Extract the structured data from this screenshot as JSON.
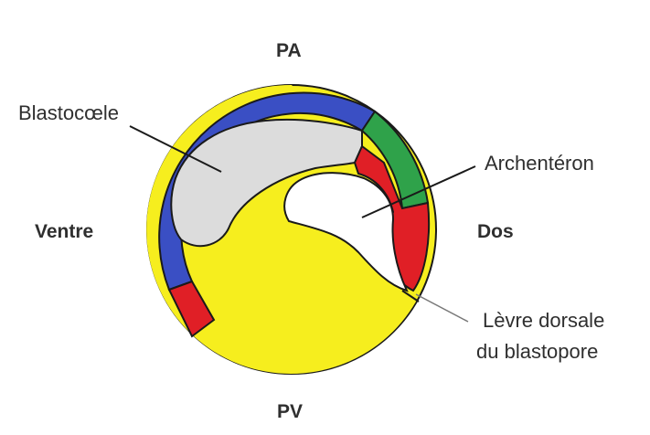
{
  "labels": {
    "pa": "PA",
    "pv": "PV",
    "ventre": "Ventre",
    "dos": "Dos",
    "blastocoele": "Blastocœle",
    "archenteron": "Archentéron",
    "levre_line1": "Lèvre dorsale",
    "levre_line2": "du blastopore"
  },
  "colors": {
    "blue_layer": "#3a4fc4",
    "green_layer": "#2fa24a",
    "red_layer": "#e01f26",
    "yellow_endoderm": "#f6ee1e",
    "grey_blastocoele": "#dcdcdc",
    "outline": "#1a1a1a"
  }
}
